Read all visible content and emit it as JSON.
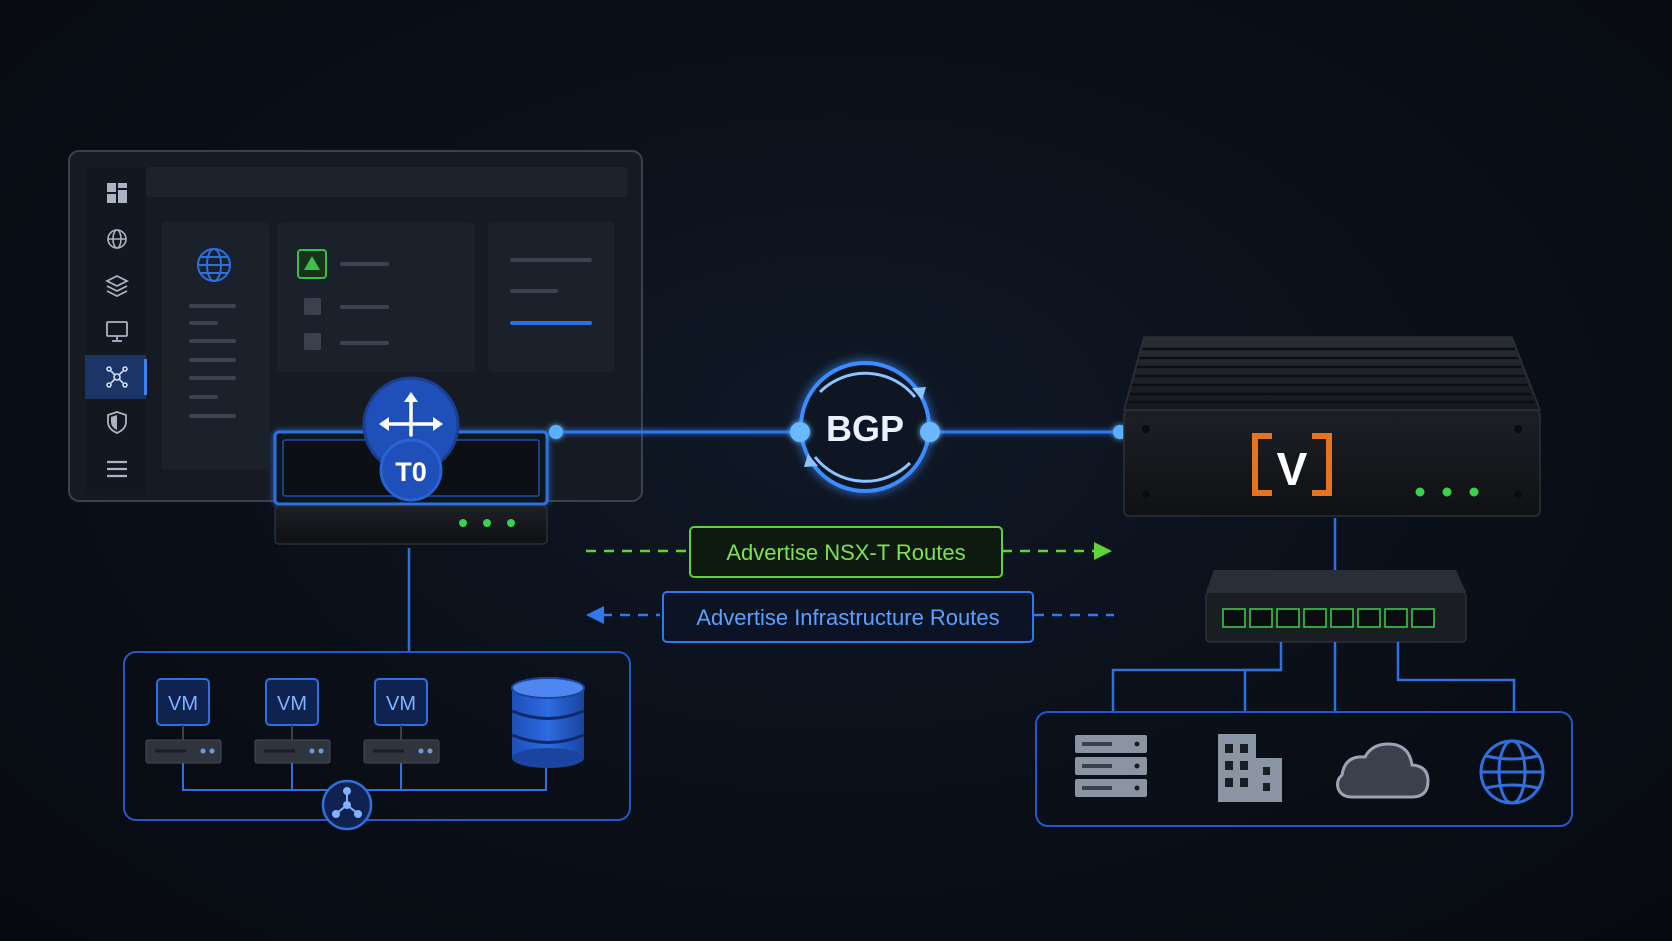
{
  "center": {
    "protocol_label": "BGP"
  },
  "nsx_edge": {
    "router_label": "T0",
    "router_icon": "move-arrows-icon",
    "status_leds": [
      "#3bd14a",
      "#3bd14a",
      "#3bd14a"
    ]
  },
  "management_ui": {
    "sidebar_icons": [
      "dashboard-icon",
      "globe-icon",
      "layers-icon",
      "monitor-icon",
      "network-icon",
      "shield-icon",
      "menu-icon"
    ],
    "active_sidebar_index": 4
  },
  "routes": {
    "advertise_out": "Advertise NSX-T Routes",
    "advertise_in": "Advertise Infrastructure Routes"
  },
  "workloads": {
    "vms": [
      "VM",
      "VM",
      "VM"
    ],
    "storage_icon": "database-icon",
    "hub_icon": "network-hub-icon"
  },
  "appliance": {
    "logo_letter": "V",
    "status_leds": [
      "#3bd14a",
      "#3bd14a",
      "#3bd14a"
    ]
  },
  "infrastructure": {
    "icons": [
      "server-rack-icon",
      "building-icon",
      "cloud-icon",
      "globe-icon"
    ]
  },
  "colors": {
    "accent_blue": "#2f6fe0",
    "glow_blue": "#4aa0ff",
    "route_green": "#5fd33a",
    "logo_orange": "#e8731f",
    "background": "#0a0f18"
  }
}
